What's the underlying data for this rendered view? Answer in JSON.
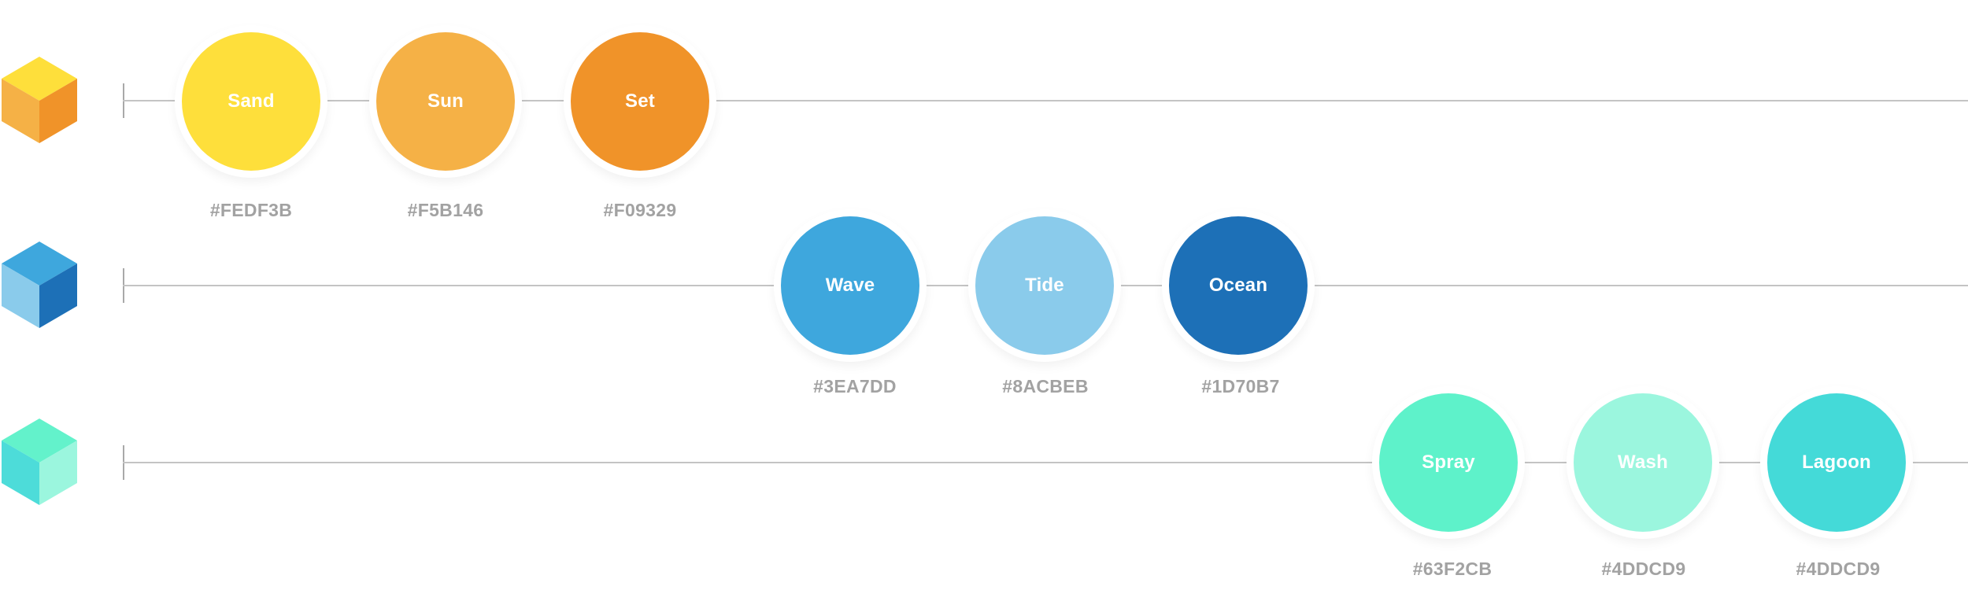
{
  "palettes": [
    {
      "name": "",
      "cube_colors": {
        "top": "#FEDF3B",
        "left": "#F5B146",
        "right": "#F09329"
      },
      "swatches": [
        {
          "label": "Sand",
          "hex": "#FEDF3B",
          "color": "#FEDF3B"
        },
        {
          "label": "Sun",
          "hex": "#F5B146",
          "color": "#F5B146"
        },
        {
          "label": "Set",
          "hex": "#F09329",
          "color": "#F09329"
        }
      ]
    },
    {
      "name": "",
      "cube_colors": {
        "top": "#3EA7DD",
        "left": "#8ACBEB",
        "right": "#1D70B7"
      },
      "swatches": [
        {
          "label": "Wave",
          "hex": "#3EA7DD",
          "color": "#3EA7DD"
        },
        {
          "label": "Tide",
          "hex": "#8ACBEB",
          "color": "#8ACBEB"
        },
        {
          "label": "Ocean",
          "hex": "#1D70B7",
          "color": "#1D70B7"
        }
      ]
    },
    {
      "name": "",
      "cube_colors": {
        "top": "#63F2CB",
        "left": "#4DDCD9",
        "right": "#9BF6DE"
      },
      "swatches": [
        {
          "label": "Spray",
          "hex": "#63F2CB",
          "color": "#5EF2CA"
        },
        {
          "label": "Wash",
          "hex": "#4DDCD9",
          "color": "#9BF6DE"
        },
        {
          "label": "Lagoon",
          "hex": "#4DDCD9",
          "color": "#44DAD8"
        }
      ]
    }
  ]
}
